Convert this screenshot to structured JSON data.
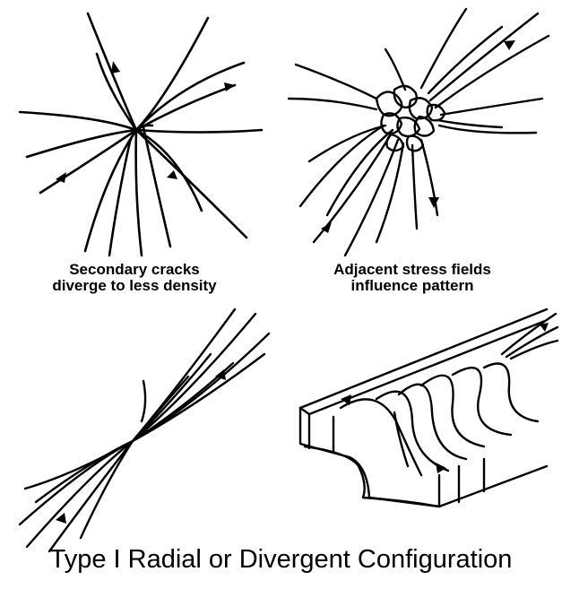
{
  "panels": {
    "top_left": {
      "label_line1": "Secondary cracks",
      "label_line2": "diverge to less density"
    },
    "top_right": {
      "label_line1": "Adjacent stress fields",
      "label_line2": "influence pattern"
    }
  },
  "caption": "Type I  Radial or Divergent Configuration"
}
